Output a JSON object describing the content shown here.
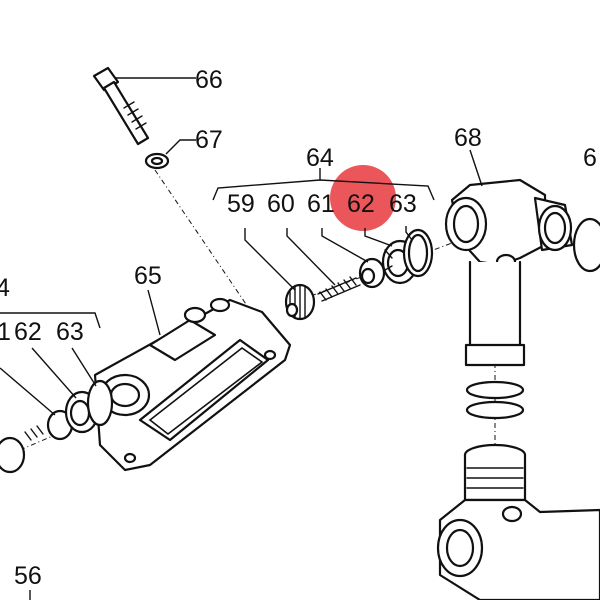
{
  "highlight_color": "#e8383d",
  "labels": {
    "p66": "66",
    "p67": "67",
    "p64": "64",
    "p68": "68",
    "p6x": "6",
    "p59": "59",
    "p60": "60",
    "p61": "61",
    "p62": "62",
    "p63": "63",
    "p65": "65",
    "p4": "4",
    "p1": "1",
    "p62b": "62",
    "p63b": "63",
    "p56": "56"
  }
}
